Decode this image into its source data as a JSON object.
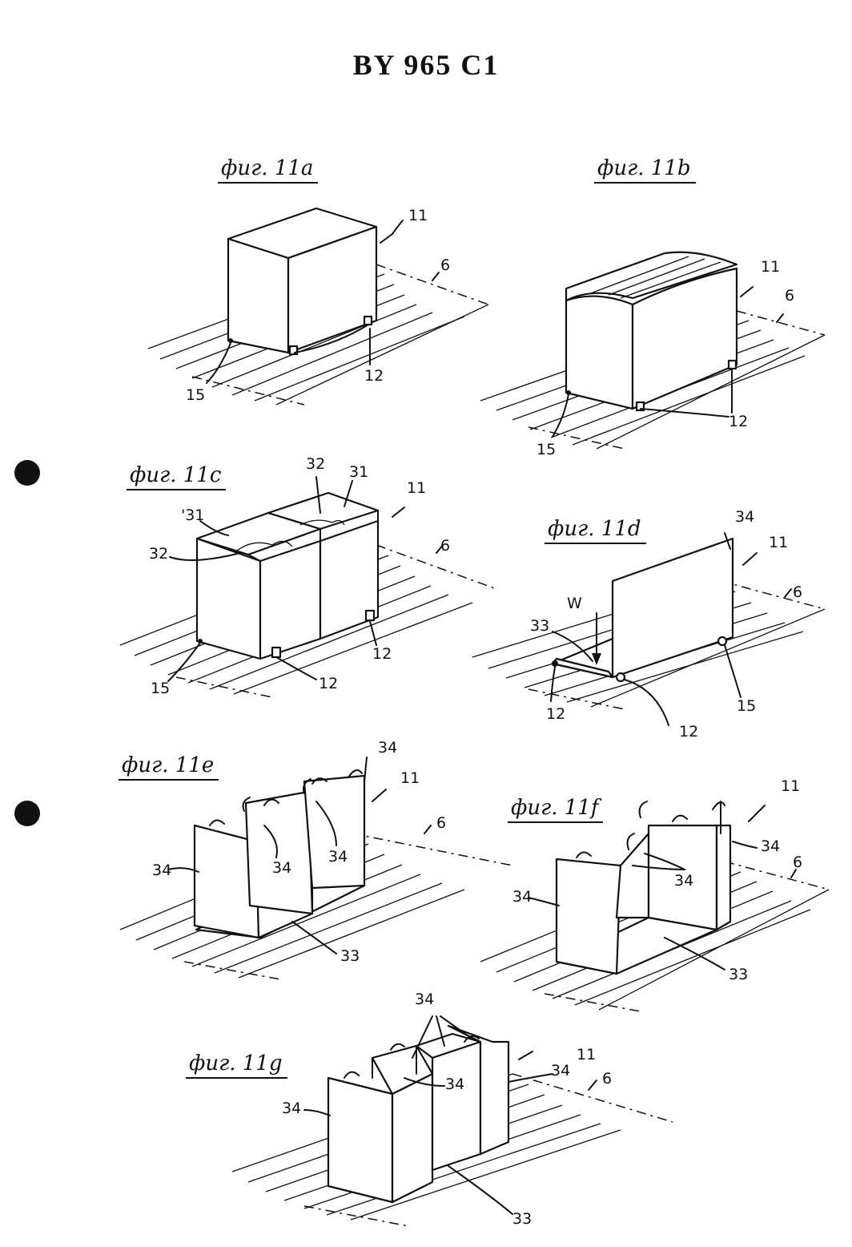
{
  "document": {
    "header": "BY 965 C1"
  },
  "figures": [
    {
      "id": "11a",
      "label": "фиг. 11a",
      "refs": [
        "11",
        "6",
        "12",
        "15"
      ]
    },
    {
      "id": "11b",
      "label": "фиг. 11b",
      "refs": [
        "11",
        "6",
        "12",
        "15"
      ]
    },
    {
      "id": "11c",
      "label": "фиг. 11c",
      "refs": [
        "32",
        "31",
        "11",
        "'31",
        "32",
        "6",
        "12",
        "12",
        "15"
      ]
    },
    {
      "id": "11d",
      "label": "фиг. 11d",
      "refs": [
        "34",
        "11",
        "W",
        "6",
        "33",
        "12",
        "15",
        "12"
      ]
    },
    {
      "id": "11e",
      "label": "фиг. 11e",
      "refs": [
        "34",
        "11",
        "6",
        "34",
        "34",
        "34",
        "33"
      ]
    },
    {
      "id": "11f",
      "label": "фиг. 11f",
      "refs": [
        "11",
        "34",
        "6",
        "34",
        "34",
        "33"
      ]
    },
    {
      "id": "11g",
      "label": "фиг. 11g",
      "refs": [
        "34",
        "11",
        "34",
        "34",
        "6",
        "34",
        "33"
      ]
    }
  ]
}
